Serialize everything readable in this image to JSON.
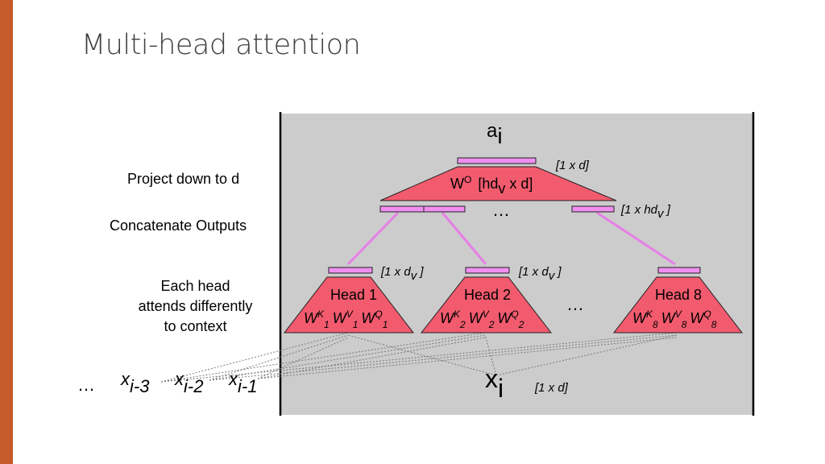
{
  "slide": {
    "title": "Multi-head attention"
  },
  "labels": {
    "project": "Project down to d",
    "concat": "Concatenate Outputs",
    "each_head": [
      "Each head",
      "attends differently",
      "to context"
    ]
  },
  "output": {
    "a_base": "a",
    "a_sub": "i",
    "dim": "[1 x d]",
    "wo_base": "W",
    "wo_sup": "O",
    "wo_dim_prefix": "[hd",
    "wo_dim_sub": "v",
    "wo_dim_suffix": " x d]",
    "concat_dim_prefix": "[1 x hd",
    "concat_dim_sub": "v",
    "concat_dim_suffix": " ]",
    "ellipsis": "…"
  },
  "heads": [
    {
      "name": "Head 1",
      "idx": "1",
      "dim_prefix": "[1 x d",
      "dim_sub": "v",
      "dim_suffix": " ]"
    },
    {
      "name": "Head 2",
      "idx": "2",
      "dim_prefix": "[1 x d",
      "dim_sub": "v",
      "dim_suffix": " ]"
    },
    {
      "name": "Head 8",
      "idx": "8",
      "dim_prefix": "",
      "dim_sub": "",
      "dim_suffix": ""
    }
  ],
  "weights": {
    "k": "K",
    "v": "V",
    "q": "Q",
    "w": "W"
  },
  "heads_ellipsis": "…",
  "inputs": {
    "ellipsis": "…",
    "x": "x",
    "prev": [
      "i-3",
      "i-2",
      "i-1"
    ],
    "current_sub": "i",
    "dim": "[1 x d]"
  },
  "colors": {
    "panel": "#cccccc",
    "trapezoid": "#f25b6e",
    "bar": "#f08ff0",
    "connector": "#e67fe6",
    "accent": "#c55a2b"
  }
}
